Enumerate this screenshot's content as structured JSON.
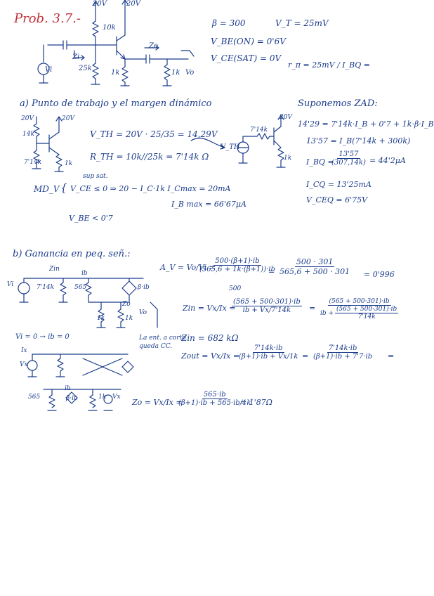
{
  "title": "Prob. 3.7.-",
  "params": {
    "beta": "β = 300",
    "vt": "V_T = 25mV",
    "vbe_on": "V_BE(ON) = 0'6V",
    "vce_sat": "V_CE(SAT) = 0V",
    "rpi": "r_π = 25mV / I_BQ ="
  },
  "top_circuit": {
    "v20_a": "20V",
    "v20_b": "20V",
    "r10k": "10k",
    "zi": "Zi",
    "zo": "Zo",
    "r25k": "25k",
    "r1k": "1k",
    "r1k_load": "1k",
    "vi": "Vi",
    "vo": "Vo"
  },
  "section_a": {
    "heading": "a) Punto de trabajo y el margen dinámico",
    "v20_left": "20V",
    "v20_left2": "20V",
    "r14k": "14k",
    "r7k14": "7'14k",
    "r1k": "1k",
    "vth": "V_TH = 20V · 25/35 = 14,29V",
    "rth": "R_TH = 10k//25k = 7'14k Ω",
    "vth_label": "V_TH",
    "thev_r": "7'14k",
    "thev_v": "20V",
    "thev_1k": "1k",
    "md_label": "MD_V",
    "md_sup": "sup sat.",
    "md_line1": "V_CE ≤ 0   ⇒ 20 − I_C·1k   I_Cmax = 20mA",
    "md_line2": "I_B max = 66'67μA",
    "md_line3": "V_BE < 0'7",
    "supo": "Suponemos ZAD:",
    "eq1": "14'29 = 7'14k·I_B + 0'7 + 1k·β·I_B",
    "eq2": "13'57 = I_B(7'14k + 300k)",
    "ibq_label": "I_BQ =",
    "ibq_num": "13'57",
    "ibq_den": "(307,14k)",
    "ibq_val": "= 44'2μA",
    "icq": "I_CQ = 13'25mA",
    "vceq": "V_CEQ = 6'75V"
  },
  "section_b": {
    "heading": "b) Ganancia en peq. señ.:",
    "av_label": "A_V = Vo/Vi =",
    "av_num": "500·(β+1)·ib",
    "av_den": "(565,6 + 1k·(β+1))·ib",
    "av_den_extra": "500",
    "av_num2": "500 · 301",
    "av_den2": "565,6 + 500 · 301",
    "av_result": "= 0'996",
    "zin_label": "Zin = Vx/Ix =",
    "zin_num": "(565 + 500·301)·ib",
    "zin_den": "ib + Vx/7'14k",
    "zin_num2": "(565 + 500·301)·ib",
    "zin_den2a": "ib +",
    "zin_den2b_num": "(565 + 500·301)·ib",
    "zin_den2b_den": "7'14k",
    "zin_result": "Zin = 682 kΩ",
    "zout_label": "Zout = Vx/Ix =",
    "zout_num": "7'14k·ib",
    "zout_den": "(β+1)·ib + Vx/1k",
    "zout_num2": "7'14k·ib",
    "zout_den2": "(β+1)·ib + 7'7·ib",
    "zout_eq": "=",
    "zo_label": "Zo = Vx/Ix =",
    "zo_num": "565·ib",
    "zo_den": "(β+1)·ib + 565·ib/1k",
    "zo_result": "= 1'87Ω",
    "ss_rin": "7'14k",
    "ss_rpi": "565",
    "ss_bib": "β·ib",
    "ss_1k": "1k",
    "ss_1k_b": "1k",
    "ss_vi": "Vi",
    "ss_vo": "Vo",
    "ss_zin": "Zin",
    "ss_zo": "Zo",
    "ss_ib": "ib",
    "ss_note1": "La ent. a corto",
    "ss_note2": "queda CC.",
    "vi0": "Vi = 0 → ib = 0",
    "ix": "Ix",
    "vx": "Vx",
    "vx2": "Vx",
    "r565": "565",
    "r1k_c": "1k",
    "ib_small": "ib",
    "bib_small": "β·ib"
  },
  "colors": {
    "ink": "#1b3c8c",
    "title_ink": "#c0303a",
    "paper": "#ffffff"
  }
}
